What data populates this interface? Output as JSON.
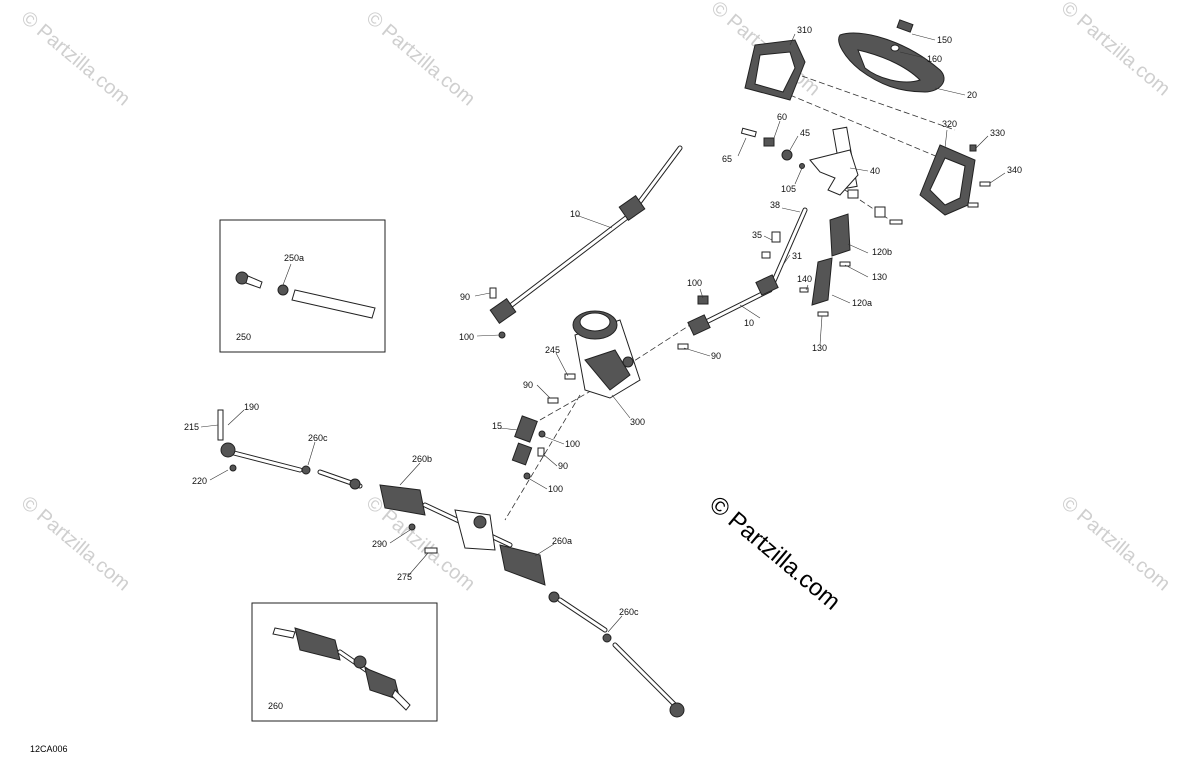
{
  "diagram": {
    "code": "12CA006",
    "brand_watermark": "© Partzilla.com",
    "faint_watermark": "© Partzilla.com",
    "callouts": {
      "c310": "310",
      "c150": "150",
      "c160": "160",
      "c20": "20",
      "c320": "320",
      "c330": "330",
      "c340": "340",
      "c60": "60",
      "c45": "45",
      "c65": "65",
      "c105": "105",
      "c40": "40",
      "c38": "38",
      "c35": "35",
      "c31": "31",
      "c120b": "120b",
      "c130a": "130",
      "c140": "140",
      "c120a": "120a",
      "c130b": "130",
      "c10a": "10",
      "c10b": "10",
      "c100a": "100",
      "c90a": "90",
      "c90b": "90",
      "c100b": "100",
      "c245": "245",
      "c90c": "90",
      "c300": "300",
      "c15": "15",
      "c100c": "100",
      "c90d": "90",
      "c100d": "100",
      "c250a": "250a",
      "c250": "250",
      "c190": "190",
      "c215": "215",
      "c220": "220",
      "c260c1": "260c",
      "c260b": "260b",
      "c290": "290",
      "c275": "275",
      "c260a": "260a",
      "c260c2": "260c",
      "c260": "260"
    }
  }
}
